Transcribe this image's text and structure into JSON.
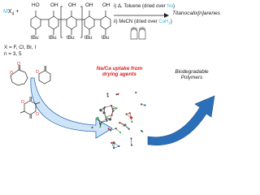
{
  "reagent": {
    "prefix": "",
    "metal": "M",
    "suffix": "X",
    "sub": "4",
    "plus": "+"
  },
  "tbu_label": "tBu",
  "oh_label": "OH",
  "ho_label": "HO",
  "subst": {
    "x_line": "X = F, Cl, Br, I",
    "n_line": "n = 3, 5"
  },
  "conditions": {
    "step1": {
      "prefix": "i) Δ, Toluene (dried over ",
      "agent": "Na",
      "suffix": ")"
    },
    "step2": {
      "prefix": "ii) MeCN (dried over ",
      "agent": "CaH",
      "sub": "2",
      "suffix": ")"
    }
  },
  "product": "Titanocalix[n]arenes",
  "uptake": {
    "line1": "Na/Ca uptake from",
    "line2": "drying agents"
  },
  "polymers": {
    "line1": "Biodegradable",
    "line2": "Polymers"
  },
  "colors": {
    "red": "#d62020",
    "arrow_blue": "#2b6fb8",
    "arrow_light": "#cfe4f6",
    "highlight": "#3bbfe0",
    "green_atom": "#39b54a",
    "blue_atom": "#1c58c9"
  }
}
